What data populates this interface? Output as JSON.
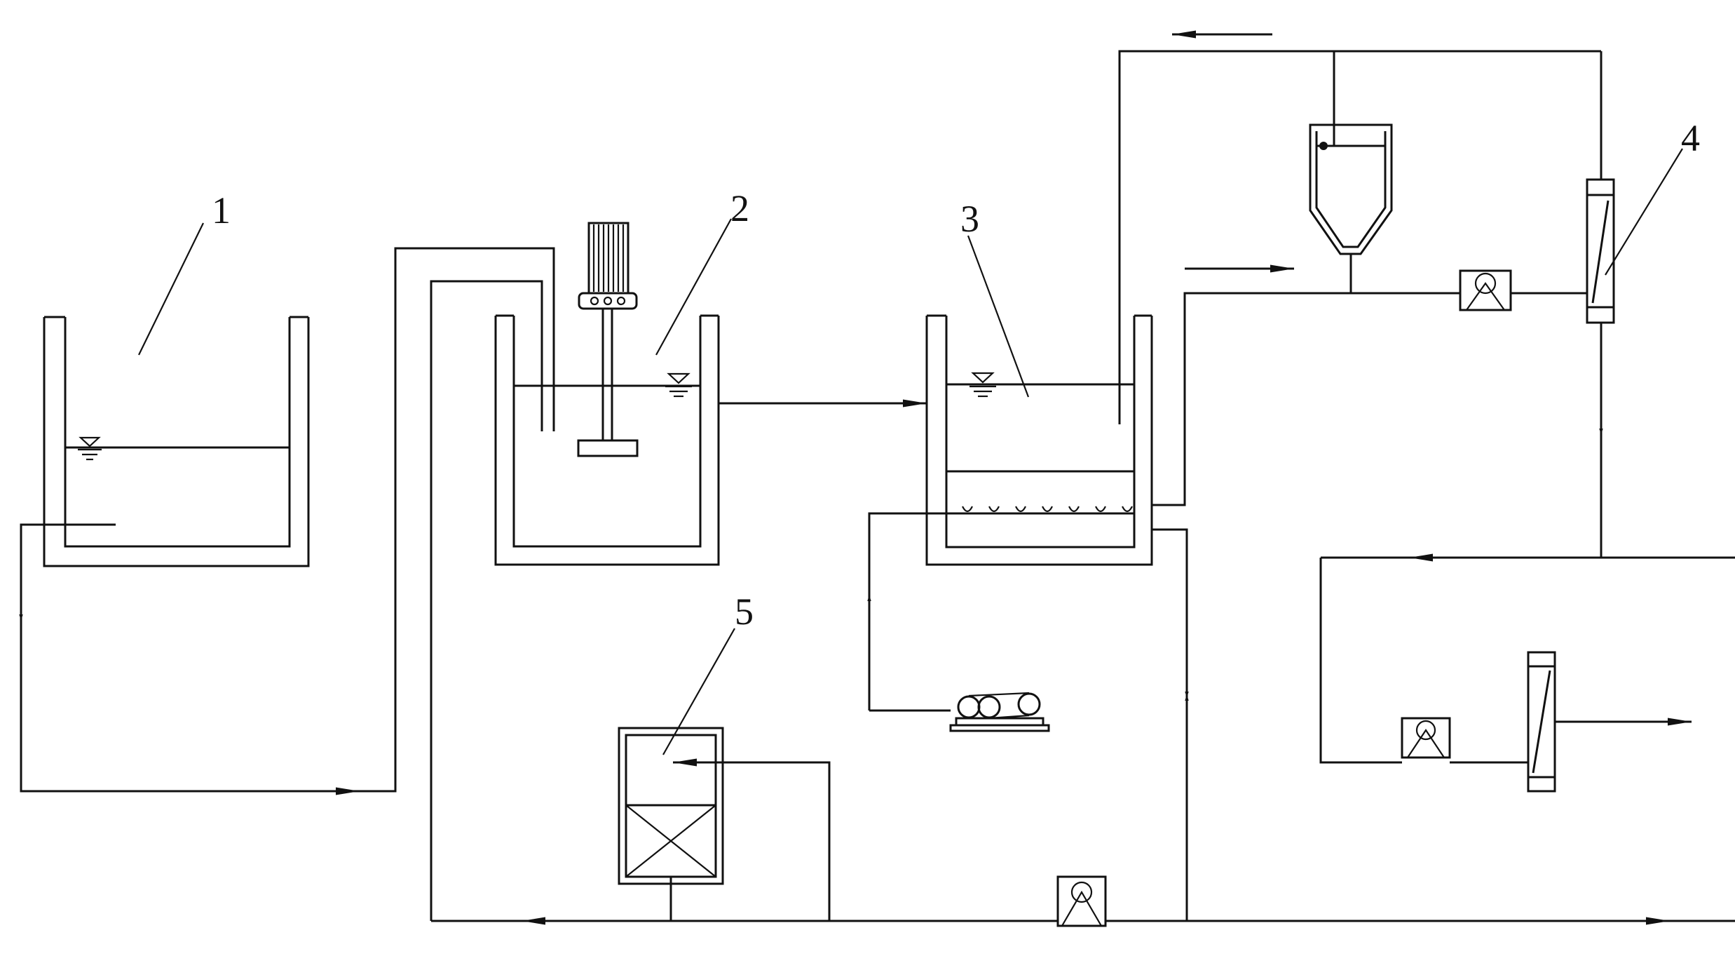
{
  "diagram": {
    "labels": [
      {
        "id": "tank-1",
        "text": "1"
      },
      {
        "id": "tank-2",
        "text": "2"
      },
      {
        "id": "tank-3",
        "text": "3"
      },
      {
        "id": "filter-4",
        "text": "4"
      },
      {
        "id": "unit-5",
        "text": "5"
      }
    ],
    "colors": {
      "line": "#111111",
      "background": "#ffffff"
    }
  }
}
